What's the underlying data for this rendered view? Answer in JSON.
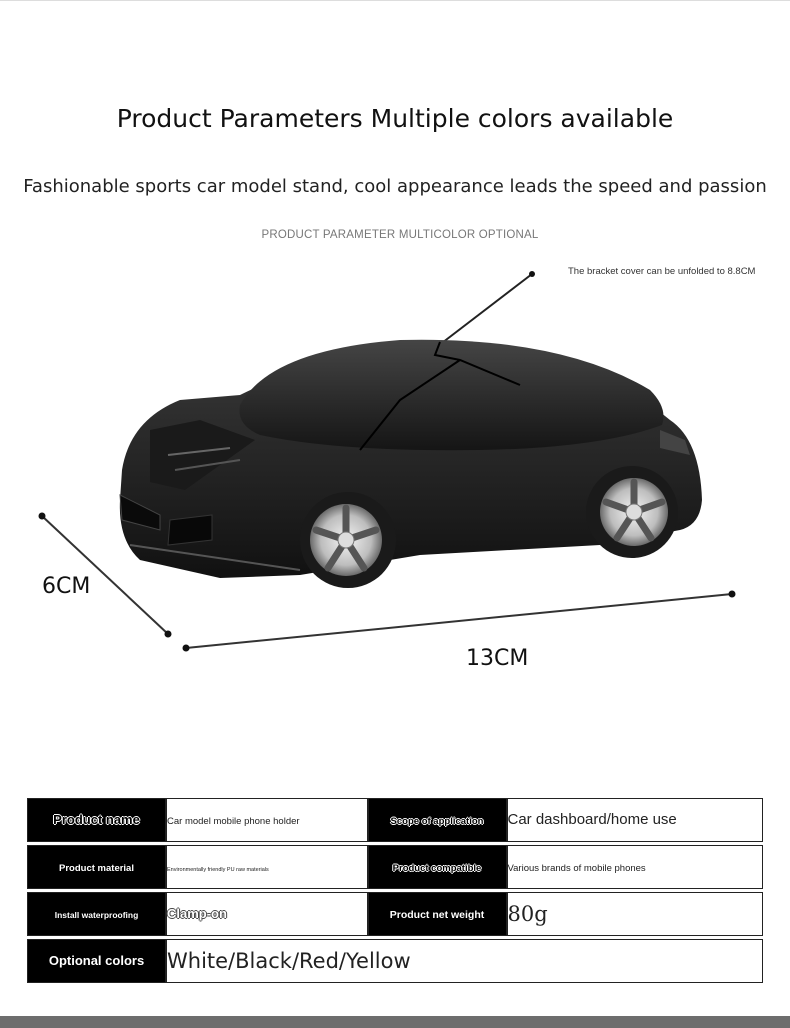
{
  "header": {
    "title": "Product Parameters Multiple colors available",
    "subtitle": "Fashionable sports car model stand, cool appearance leads the speed and passion",
    "tagline": "PRODUCT PARAMETER MULTICOLOR OPTIONAL"
  },
  "illustration": {
    "note": "The bracket cover can be unfolded to 8.8CM",
    "height_label": "6CM",
    "length_label": "13CM"
  },
  "params": {
    "product_name_label": "Product name",
    "product_name_value": "Car model mobile phone holder",
    "scope_label": "Scope of application",
    "scope_value": "Car dashboard/home use",
    "material_label": "Product material",
    "material_value": "Environmentally friendly PU raw materials",
    "compatible_label": "Product compatible",
    "compatible_value": "Various brands of mobile phones",
    "install_label": "Install waterproofing",
    "install_value": "Clamp-on",
    "weight_label": "Product net weight",
    "weight_value": "80g",
    "colors_label": "Optional colors",
    "colors_value": "White/Black/Red/Yellow"
  },
  "colors": {
    "primary": "#000000",
    "background": "#ffffff",
    "footer": "#6d6d6d"
  }
}
